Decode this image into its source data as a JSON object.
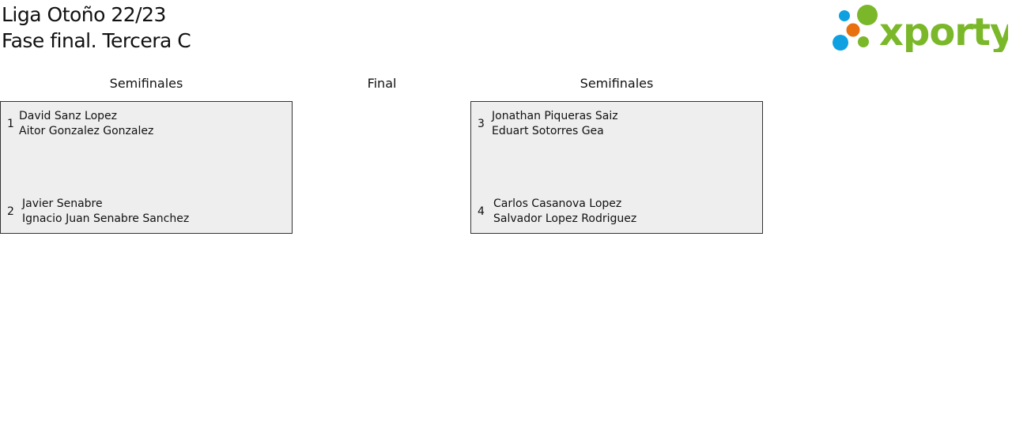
{
  "header": {
    "title_line1": "Liga Otoño 22/23",
    "title_line2": "Fase final. Tercera C",
    "logo_text": "xporty"
  },
  "colors": {
    "logo_green": "#7ab82a",
    "logo_blue": "#0ea0e0",
    "logo_orange": "#e8700f",
    "box_bg": "#eeeeee"
  },
  "columns": [
    "Semifinales",
    "Final",
    "Semifinales"
  ],
  "matches": [
    {
      "teams": [
        {
          "seed": "1",
          "players": [
            "David Sanz Lopez",
            "Aitor Gonzalez Gonzalez"
          ]
        },
        {
          "seed": "2",
          "players": [
            "Javier Senabre",
            "Ignacio Juan Senabre Sanchez"
          ]
        }
      ]
    },
    {
      "teams": [
        {
          "seed": "3",
          "players": [
            "Jonathan Piqueras Saiz",
            "Eduart Sotorres Gea"
          ]
        },
        {
          "seed": "4",
          "players": [
            "Carlos Casanova Lopez",
            "Salvador Lopez Rodriguez"
          ]
        }
      ]
    }
  ]
}
